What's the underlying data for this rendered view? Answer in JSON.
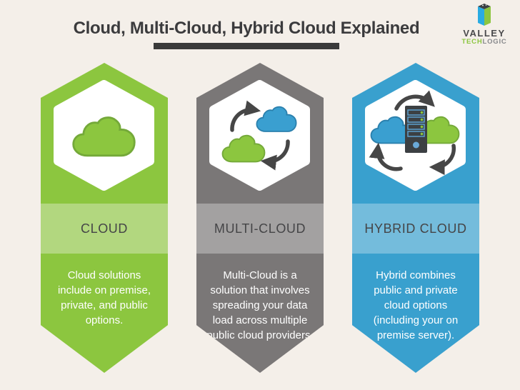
{
  "header": {
    "title": "Cloud, Multi-Cloud, Hybrid Cloud Explained"
  },
  "logo": {
    "name_top": "VALLEY",
    "name_tech": "TECH",
    "name_logic": "LOGIC"
  },
  "columns": [
    {
      "id": "cloud",
      "title": "CLOUD",
      "description": "Cloud solutions include on premise, private, and public options.",
      "icon": "cloud-icon",
      "color": "#8cc63f",
      "light_color": "#b2d77f"
    },
    {
      "id": "multi-cloud",
      "title": "MULTI-CLOUD",
      "description": "Multi-Cloud is a solution that involves spreading your data load across multiple public cloud providers.",
      "icon": "multi-cloud-sync-icon",
      "color": "#7a7777",
      "light_color": "#a3a1a1"
    },
    {
      "id": "hybrid-cloud",
      "title": "HYBRID CLOUD",
      "description": "Hybrid combines public and private cloud options (including your on premise server).",
      "icon": "hybrid-server-cloud-icon",
      "color": "#39a0ce",
      "light_color": "#74bcdc"
    }
  ],
  "colors": {
    "background": "#f4efe9",
    "header_text": "#3b3b3d",
    "header_underline": "#3a3a3a",
    "band_text": "#454547",
    "description_text": "#ffffff",
    "arrow_dark": "#464646",
    "cloud_green": "#8cc63f",
    "cloud_green_stroke": "#74a939",
    "cloud_blue": "#3a9fd0",
    "cloud_blue_stroke": "#2b80ad",
    "server_dark": "#3c4043",
    "logo_blue": "#29abe2",
    "logo_green": "#8cc63f",
    "logo_text": "#4a4a4c"
  }
}
